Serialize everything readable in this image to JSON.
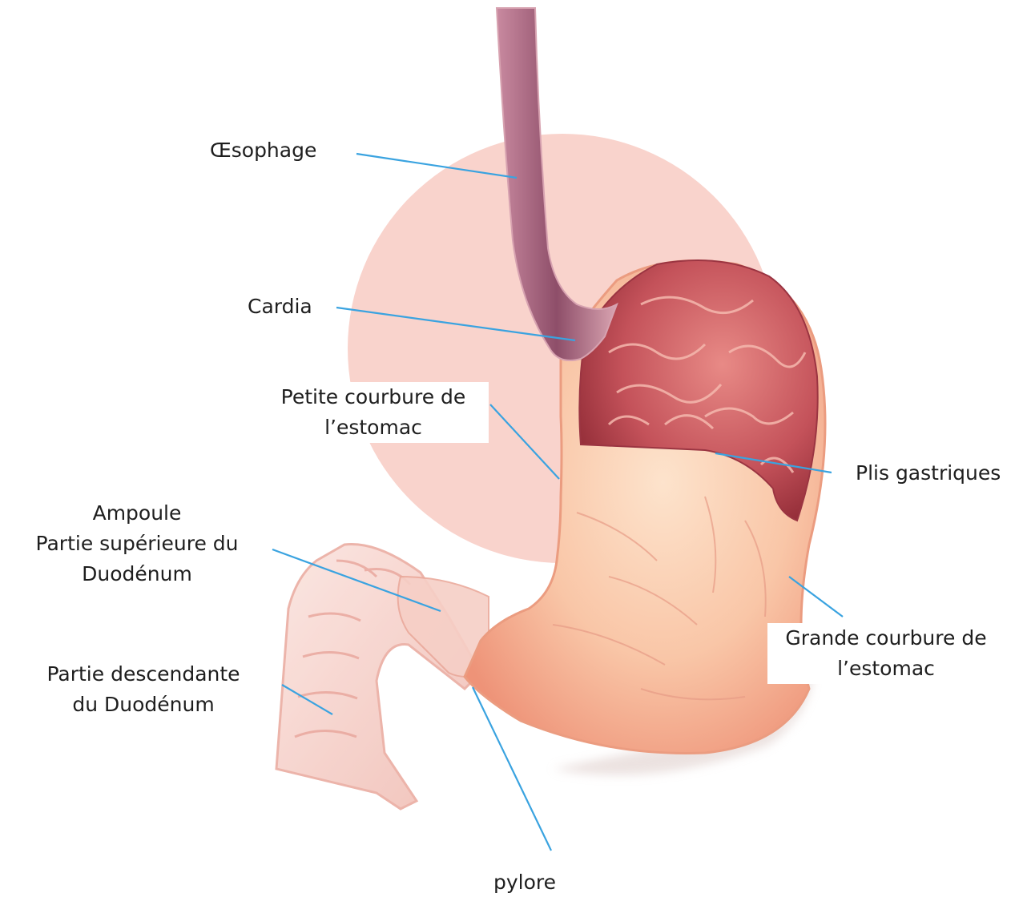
{
  "labels": {
    "esophage": "Œsophage",
    "cardia": "Cardia",
    "petite_courbure": [
      "Petite courbure de",
      "l’estomac"
    ],
    "plis_gastriques": "Plis gastriques",
    "ampoule": [
      "Ampoule",
      "Partie supérieure du",
      "Duodénum"
    ],
    "grande_courbure": [
      "Grande courbure de",
      "l’estomac"
    ],
    "partie_descendante": [
      "Partie descendante",
      "du Duodénum"
    ],
    "pylore": "pylore"
  },
  "colors": {
    "leader_line": "#3aa3e0",
    "background_circle": "#f9d3cc",
    "stomach_outer": "#f2a487",
    "stomach_light": "#fbd9bd",
    "mucosa_dark": "#b23a42",
    "esophagus": "#9a5a72",
    "duodenum": "#f4cdc6"
  }
}
